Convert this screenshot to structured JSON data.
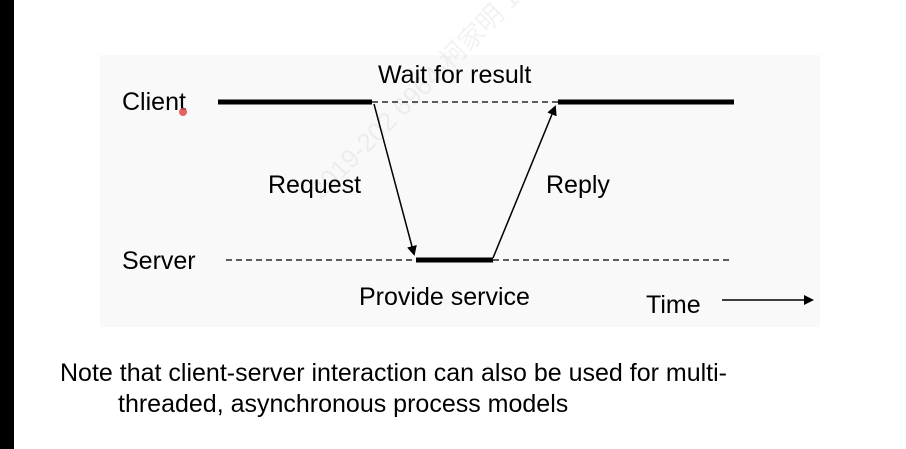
{
  "diagram": {
    "client_label": "Client",
    "server_label": "Server",
    "wait_label": "Wait for result",
    "request_label": "Request",
    "reply_label": "Reply",
    "provide_label": "Provide service",
    "time_label": "Time"
  },
  "note": {
    "line1": "Note that client-server interaction can also be used for multi-",
    "line2": "threaded, asynchronous process models"
  },
  "watermark": {
    "text": "2019-202 6964-柯家明 18615..."
  },
  "colors": {
    "ink": "#000000",
    "panel": "#f9f9f9",
    "pointer": "#e04848"
  }
}
